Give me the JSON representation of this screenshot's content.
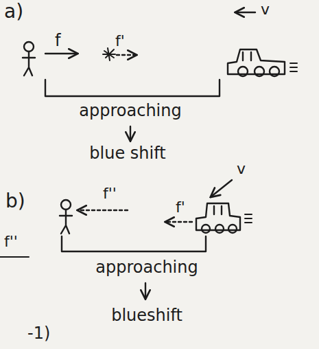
{
  "diagram": {
    "labels": [
      "a)",
      "f",
      "f'",
      "v",
      "approaching",
      "blue shift",
      "b)",
      "f''",
      "f''",
      "f'",
      "v",
      "approaching",
      "blueshift",
      "-1)"
    ]
  }
}
